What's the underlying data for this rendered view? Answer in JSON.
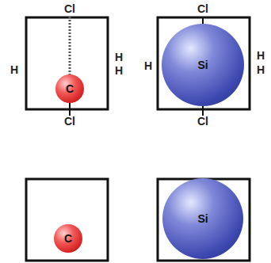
{
  "diagram": {
    "nodes": [
      {
        "text": [
          "C"
        ]
      },
      {
        "text": [
          "Si"
        ]
      },
      {
        "text": [
          "C"
        ]
      },
      {
        "text": [
          "Si"
        ]
      }
    ],
    "labels": [
      "Cl",
      "H",
      "H",
      "H",
      "Cl",
      "Cl",
      "H",
      "H",
      "H",
      "Cl"
    ]
  }
}
